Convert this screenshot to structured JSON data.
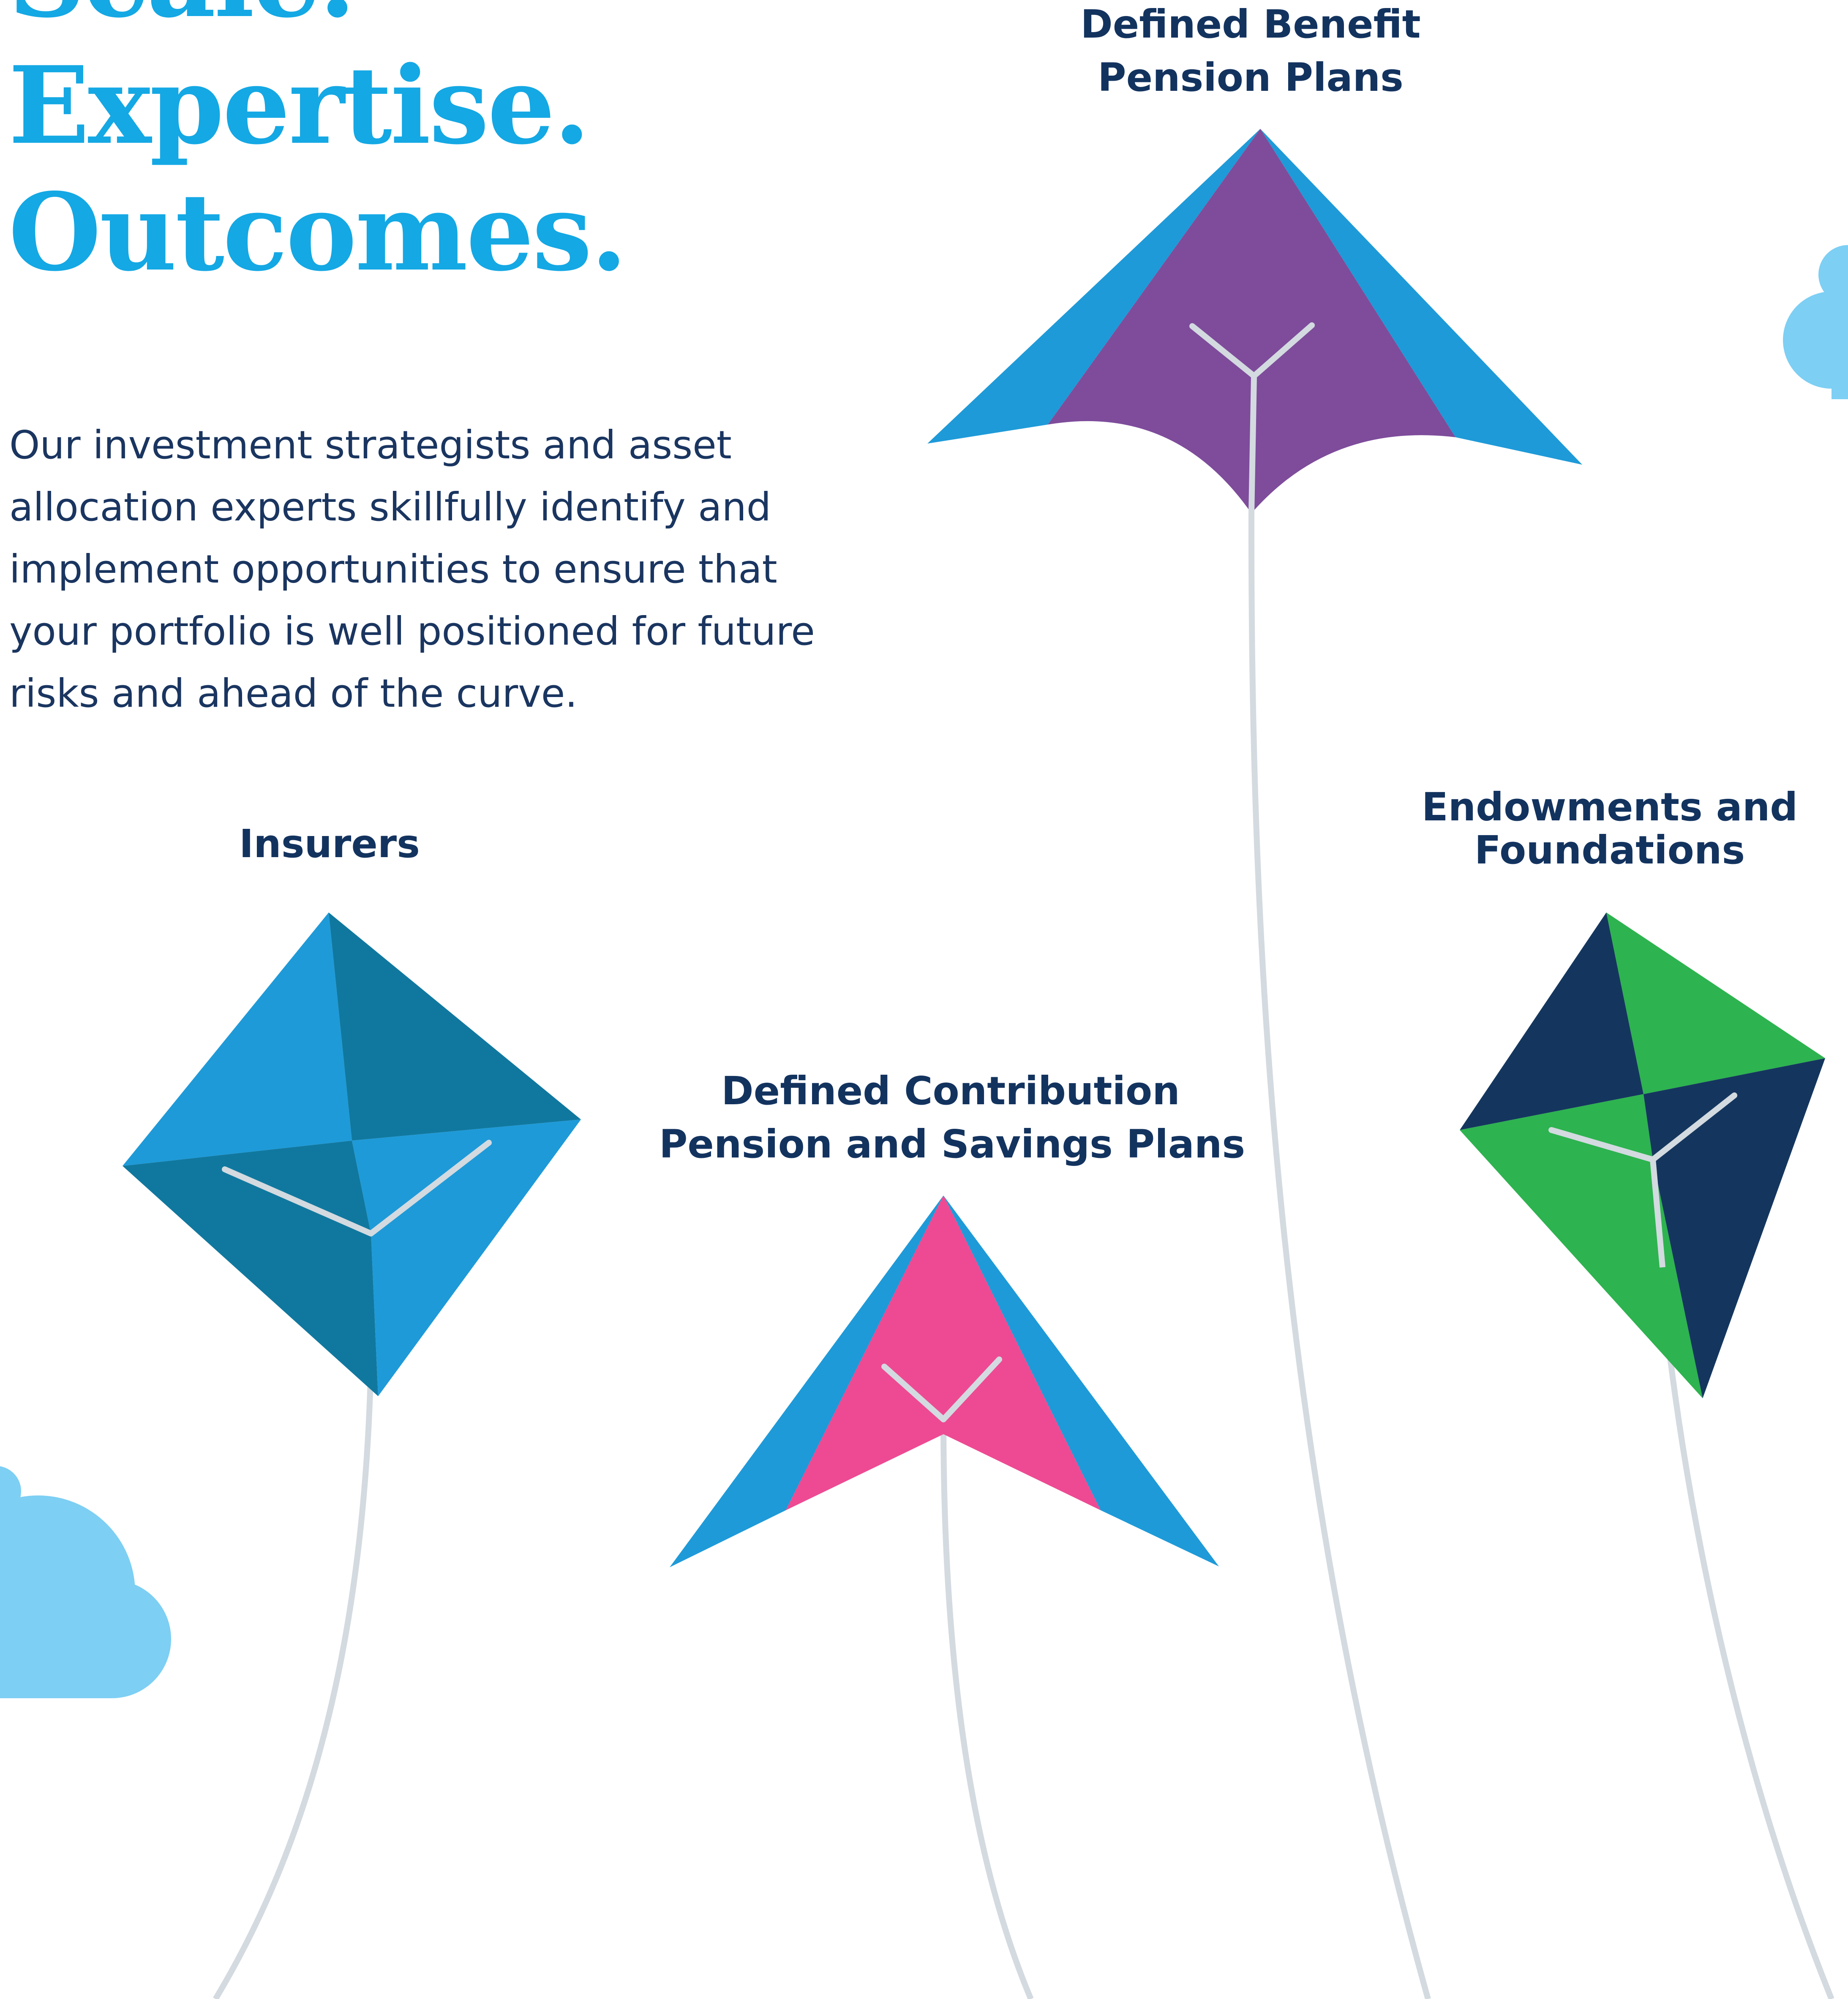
{
  "headline": {
    "line1": "Scale.",
    "line2": "Expertise.",
    "line3": "Outcomes."
  },
  "body_text": "Our investment strategists and asset allocation experts skillfully identify and implement opportunities to ensure that your portfolio is well positioned for future risks and ahead of the curve.",
  "kites": {
    "defined_benefit": {
      "line1": "Defined Benefit",
      "line2": "Pension Plans"
    },
    "insurers": {
      "line1": "Insurers"
    },
    "endowments": {
      "line1": "Endowments and",
      "line2": "Foundations"
    },
    "defined_contribution": {
      "line1": "Defined Contribution",
      "line2": "Pension and Savings Plans"
    }
  },
  "colors": {
    "headline": "#14a8e4",
    "body_text": "#1a3560",
    "label": "#13335f",
    "cloud": "#7dcff4",
    "string": "#d3dae0",
    "purple": "#7e4c9b",
    "sky_blue": "#1e9ad8",
    "teal": "#10789f",
    "navy": "#14365e",
    "green": "#2db34f",
    "pink": "#ee4a93"
  }
}
